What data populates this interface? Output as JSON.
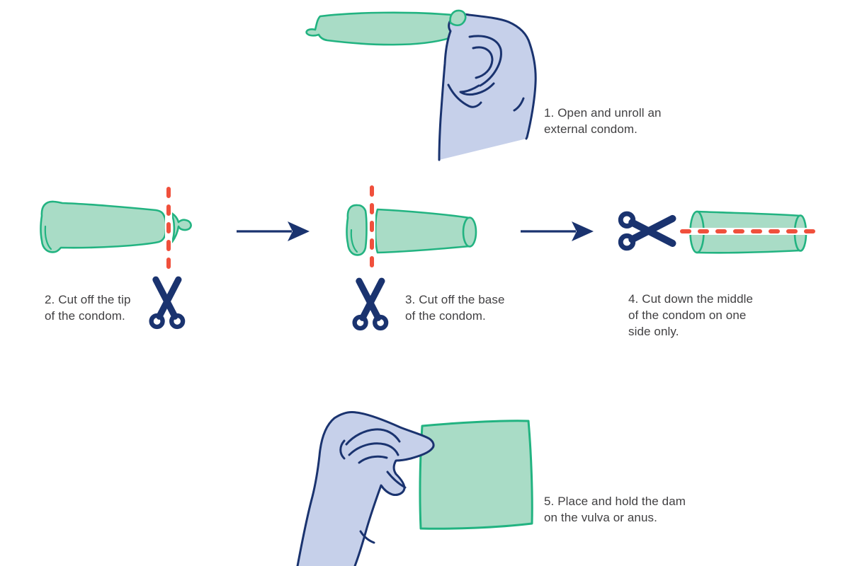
{
  "colors": {
    "background": "#ffffff",
    "condom_fill": "#a9dcc6",
    "condom_outline": "#22b381",
    "hand_fill": "#c6d0ea",
    "outline_navy": "#1a336f",
    "cut_line_red": "#f0503c",
    "text": "#414042"
  },
  "icons": {
    "scissors": "✂",
    "arrow_right": "→"
  },
  "figure": {
    "steps": [
      {
        "number": "1",
        "label": "1. Open and unroll an\nexternal condom."
      },
      {
        "number": "2",
        "label": "2. Cut off the tip\nof the condom."
      },
      {
        "number": "3",
        "label": "3. Cut off the base\nof the condom."
      },
      {
        "number": "4",
        "label": "4. Cut down the middle\nof the condom on one\nside only."
      },
      {
        "number": "5",
        "label": "5. Place and hold the dam\non the vulva or anus."
      }
    ]
  }
}
